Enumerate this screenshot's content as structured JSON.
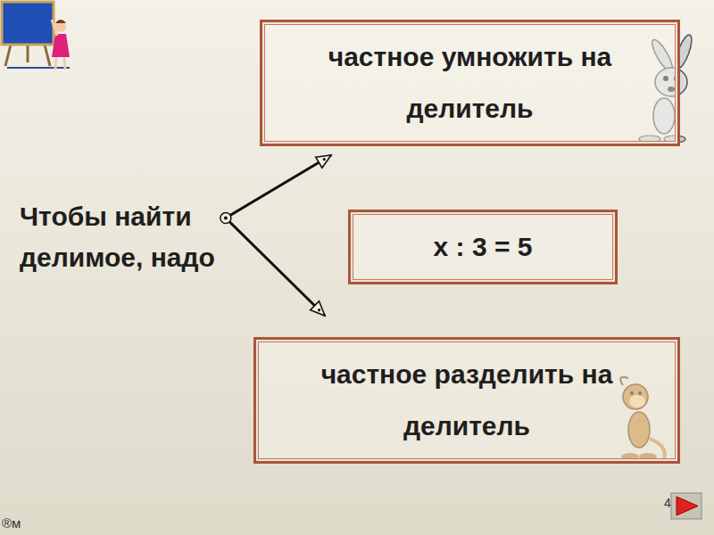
{
  "diagram": {
    "nodes": [
      {
        "text": [
          "частное умножить на делитель"
        ]
      },
      {
        "text": [
          "Чтобы найти делимое, надо"
        ]
      },
      {
        "text": [
          "x : 3 = 5"
        ]
      },
      {
        "text": [
          "частное разделить на делитель"
        ]
      }
    ],
    "edges": [
      {
        "from": 1,
        "to": 0,
        "arrow": "to"
      },
      {
        "from": 1,
        "to": 3,
        "arrow": "to"
      }
    ],
    "labels": [
      "4",
      "®м"
    ]
  }
}
